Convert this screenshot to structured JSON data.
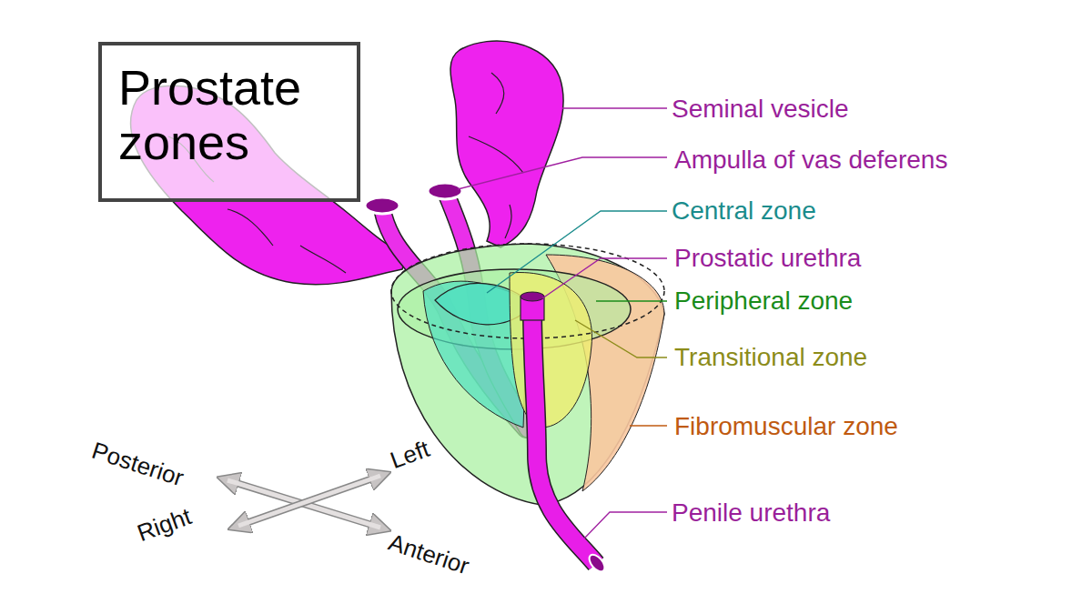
{
  "diagram": {
    "title": "Prostate zones",
    "labels": [
      "Seminal vesicle",
      "Ampulla of vas deferens",
      "Central zone",
      "Prostatic urethra",
      "Peripheral zone",
      "Transitional zone",
      "Fibromuscular zone",
      "Penile urethra",
      "Posterior",
      "Left",
      "Right",
      "Anterior"
    ]
  }
}
